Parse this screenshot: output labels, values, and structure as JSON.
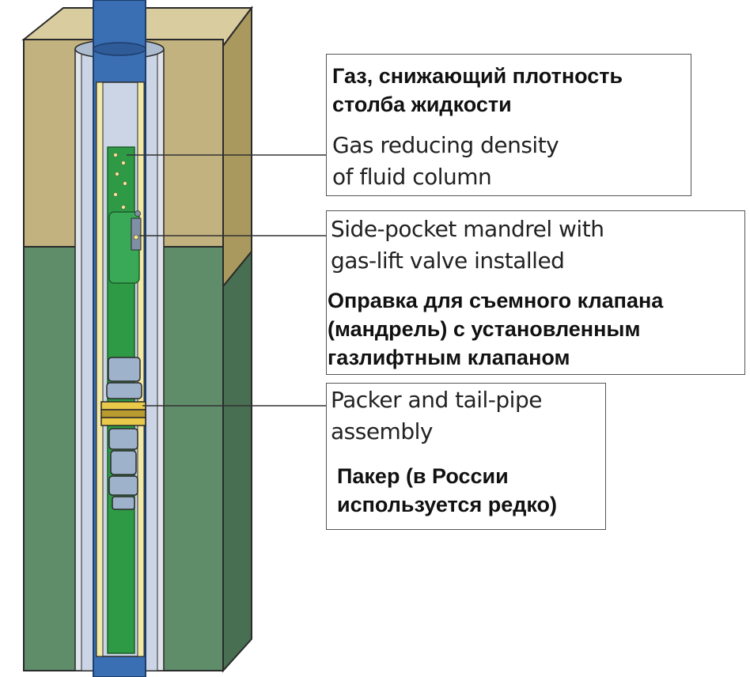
{
  "labels": {
    "gas": {
      "ru_line1": "Газ, снижающий плотность",
      "ru_line2": "столба жидкости",
      "en_line1": "Gas reducing density",
      "en_line2": "of fluid column"
    },
    "mandrel": {
      "en_line1": "Side-pocket mandrel with",
      "en_line2": "gas-lift valve installed",
      "ru_line1": "Оправка для съемного клапана",
      "ru_line2": "(мандрель) с установленным",
      "ru_line3": "газлифтным клапаном"
    },
    "packer": {
      "en_line1": "Packer and tail-pipe",
      "en_line2": "assembly",
      "ru_line1": "Пакер (в России",
      "ru_line2": "используется редко)"
    }
  },
  "colors": {
    "upper_formation": "#c2b27f",
    "lower_formation": "#5f8d6a",
    "casing": "#3a6fb3",
    "annulus": "#cbd5e6",
    "tubing_inner": "#2f9a45",
    "packer": "#e8c94a",
    "yellow_liner": "#f3e9a6"
  }
}
